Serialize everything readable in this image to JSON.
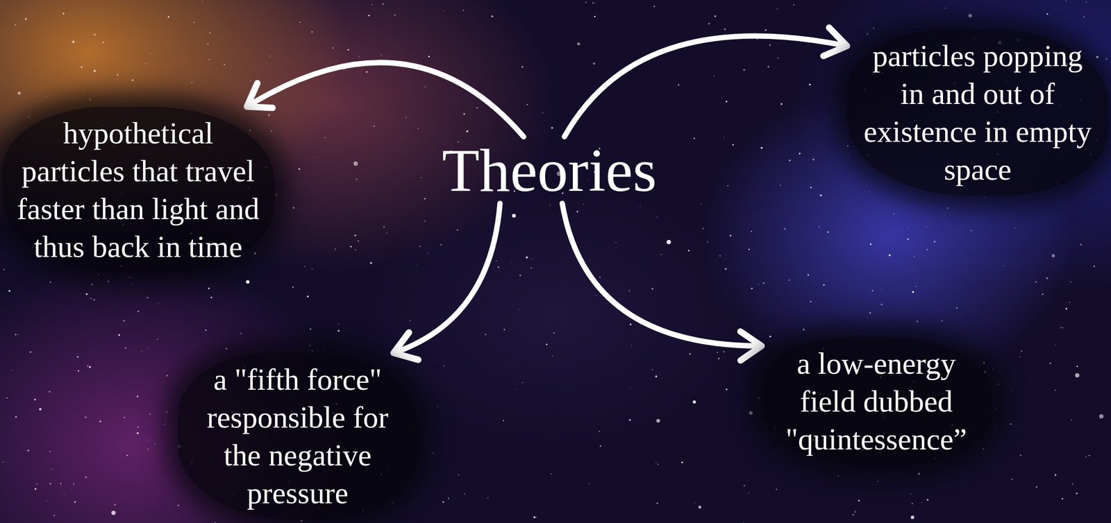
{
  "diagram": {
    "nodes": [
      {
        "text": [
          "Theories"
        ]
      },
      {
        "text": [
          "hypothetical particles that travel faster than light and thus back in time"
        ]
      },
      {
        "text": [
          "particles popping in and out of existence in empty space"
        ]
      },
      {
        "text": [
          "a \"fifth force\" responsible for the negative pressure"
        ]
      },
      {
        "text": [
          "a low-energy field dubbed \"quintessence”"
        ]
      }
    ],
    "edges": [
      {
        "from": 0,
        "to": 1,
        "arrow": "to"
      },
      {
        "from": 0,
        "to": 2,
        "arrow": "to"
      },
      {
        "from": 0,
        "to": 3,
        "arrow": "to"
      },
      {
        "from": 0,
        "to": 4,
        "arrow": "to"
      }
    ]
  }
}
